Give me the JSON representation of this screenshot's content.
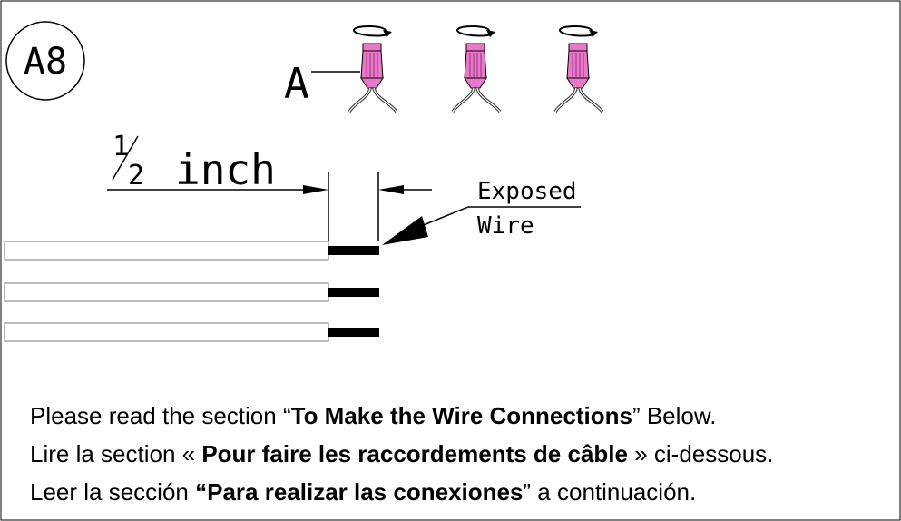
{
  "step_badge": "A8",
  "connector_callout": "A",
  "strip_length": {
    "numerator": "1",
    "denominator": "2",
    "unit": "inch"
  },
  "exposed_wire_label": {
    "line1": "Exposed",
    "line2": "Wire"
  },
  "connectors": [
    {
      "name": "wire-nut-1",
      "color": "#e879c8"
    },
    {
      "name": "wire-nut-2",
      "color": "#e879c8"
    },
    {
      "name": "wire-nut-3",
      "color": "#e879c8"
    }
  ],
  "wires": [
    {
      "name": "wire-1",
      "has_exposed_tip": true
    },
    {
      "name": "wire-2",
      "has_exposed_tip": true
    },
    {
      "name": "wire-3",
      "has_exposed_tip": true
    }
  ],
  "instructions": {
    "english": {
      "pre": "Please read the section “",
      "bold": "To Make the Wire Connections",
      "post": "” Below."
    },
    "french": {
      "pre": "Lire la section « ",
      "bold": "Pour faire les raccordements de câble",
      "post": " » ci-dessous."
    },
    "spanish": {
      "pre": "Leer la sección ",
      "bold": "“Para realizar las conexiones",
      "post": "” a continuación."
    }
  },
  "colors": {
    "connector_pink": "#e879c8",
    "line": "#000000",
    "wire_outline": "#777777"
  }
}
